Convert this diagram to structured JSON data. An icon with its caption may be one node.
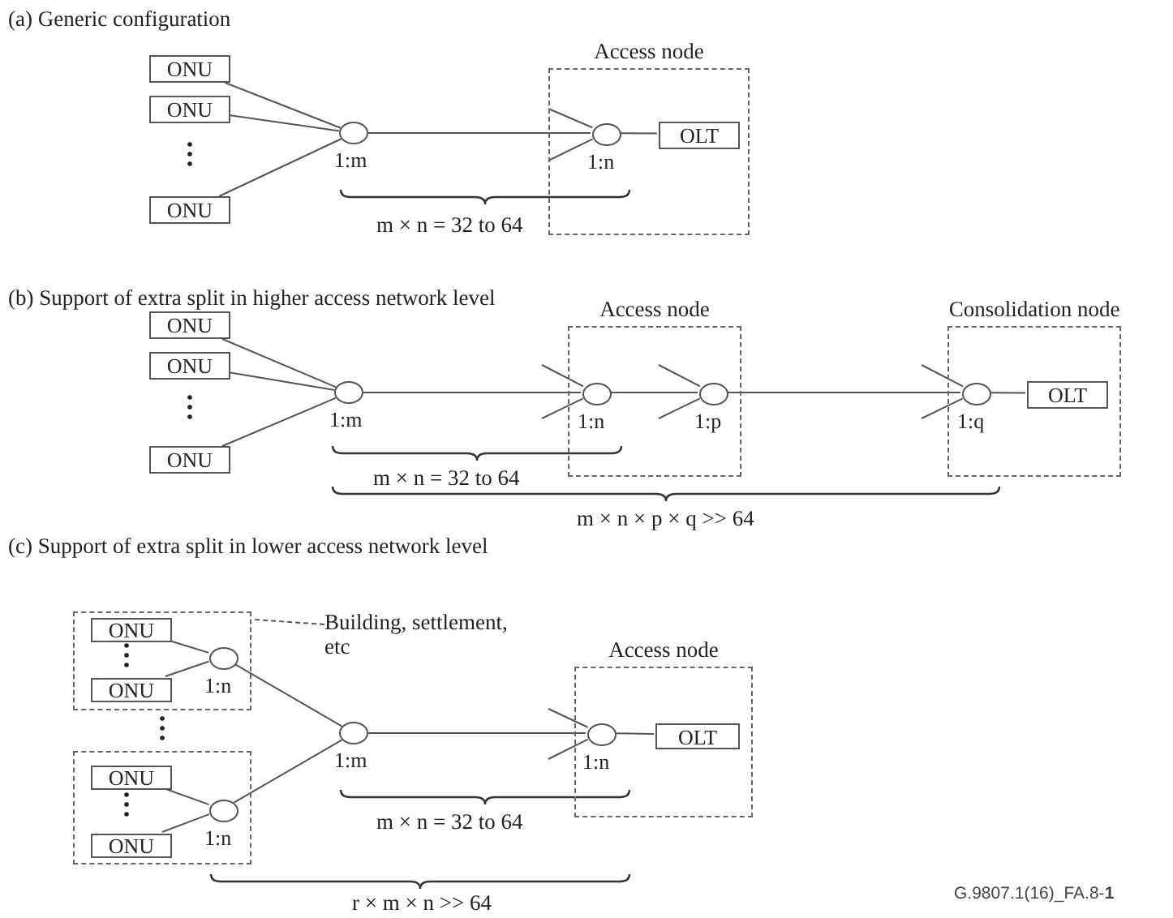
{
  "diagram": {
    "nodes": [
      {
        "text": [
          "ONU"
        ]
      },
      {
        "text": [
          "ONU"
        ]
      },
      {
        "text": [
          "ONU"
        ]
      },
      {
        "text": [],
        "shape": "circle",
        "beside": [
          "1:m"
        ]
      },
      {
        "text": [
          "Access node"
        ]
      },
      {
        "text": [],
        "shape": "circle",
        "beside": [
          "1:n"
        ],
        "in": 4
      },
      {
        "text": [
          "OLT"
        ],
        "in": 4
      },
      {
        "text": [
          "ONU"
        ]
      },
      {
        "text": [
          "ONU"
        ]
      },
      {
        "text": [
          "ONU"
        ]
      },
      {
        "text": [],
        "shape": "circle",
        "beside": [
          "1:m"
        ]
      },
      {
        "text": [
          "Access node"
        ]
      },
      {
        "text": [],
        "shape": "circle",
        "beside": [
          "1:n"
        ],
        "in": 11
      },
      {
        "text": [],
        "shape": "circle",
        "beside": [
          "1:p"
        ],
        "in": 11
      },
      {
        "text": [
          "Consolidation node"
        ]
      },
      {
        "text": [],
        "shape": "circle",
        "beside": [
          "1:q"
        ],
        "in": 14
      },
      {
        "text": [
          "OLT"
        ],
        "in": 14
      },
      {
        "text": [],
        "shape": "box"
      },
      {
        "text": [
          "ONU"
        ],
        "in": 17
      },
      {
        "text": [
          "ONU"
        ],
        "in": 17
      },
      {
        "text": [],
        "shape": "circle",
        "beside": [
          "1:n"
        ],
        "in": 17
      },
      {
        "text": [],
        "shape": "box"
      },
      {
        "text": [
          "ONU"
        ],
        "in": 21
      },
      {
        "text": [
          "ONU"
        ],
        "in": 21
      },
      {
        "text": [],
        "shape": "circle",
        "beside": [
          "1:n"
        ],
        "in": 21
      },
      {
        "text": [
          "Building, settlement, etc"
        ]
      },
      {
        "text": [],
        "shape": "circle",
        "beside": [
          "1:m"
        ]
      },
      {
        "text": [
          "Access node"
        ]
      },
      {
        "text": [],
        "shape": "circle",
        "beside": [
          "1:n"
        ],
        "in": 27
      },
      {
        "text": [
          "OLT"
        ],
        "in": 27
      }
    ],
    "edges": [
      {
        "from": 0,
        "to": 3,
        "arrow": "none"
      },
      {
        "from": 1,
        "to": 3,
        "arrow": "none"
      },
      {
        "from": 2,
        "to": 3,
        "arrow": "none"
      },
      {
        "from": 3,
        "to": 5,
        "arrow": "none"
      },
      {
        "from": null,
        "to": 5,
        "arrow": "none"
      },
      {
        "from": null,
        "to": 5,
        "arrow": "none"
      },
      {
        "from": 5,
        "to": 6,
        "arrow": "none"
      },
      {
        "from": 7,
        "to": 10,
        "arrow": "none"
      },
      {
        "from": 8,
        "to": 10,
        "arrow": "none"
      },
      {
        "from": 9,
        "to": 10,
        "arrow": "none"
      },
      {
        "from": 10,
        "to": 12,
        "arrow": "none"
      },
      {
        "from": null,
        "to": 12,
        "arrow": "none"
      },
      {
        "from": null,
        "to": 12,
        "arrow": "none"
      },
      {
        "from": 12,
        "to": 13,
        "arrow": "none"
      },
      {
        "from": null,
        "to": 13,
        "arrow": "none"
      },
      {
        "from": null,
        "to": 13,
        "arrow": "none"
      },
      {
        "from": 13,
        "to": 15,
        "arrow": "none"
      },
      {
        "from": null,
        "to": 15,
        "arrow": "none"
      },
      {
        "from": null,
        "to": 15,
        "arrow": "none"
      },
      {
        "from": 15,
        "to": 16,
        "arrow": "none"
      },
      {
        "from": 18,
        "to": 20,
        "arrow": "none"
      },
      {
        "from": 19,
        "to": 20,
        "arrow": "none"
      },
      {
        "from": 22,
        "to": 24,
        "arrow": "none"
      },
      {
        "from": 23,
        "to": 24,
        "arrow": "none"
      },
      {
        "from": 25,
        "to": 17,
        "arrow": "none",
        "style": "dashed"
      },
      {
        "from": 20,
        "to": 26,
        "arrow": "none"
      },
      {
        "from": 24,
        "to": 26,
        "arrow": "none"
      },
      {
        "from": 26,
        "to": 28,
        "arrow": "none"
      },
      {
        "from": null,
        "to": 28,
        "arrow": "none"
      },
      {
        "from": null,
        "to": 28,
        "arrow": "none"
      },
      {
        "from": 28,
        "to": 29,
        "arrow": "none"
      }
    ],
    "labels": [
      "(a) Generic configuration",
      "m × n = 32 to 64",
      "(b) Support of extra split in higher access network level",
      "m × n = 32 to 64",
      "m × n × p × q >> 64",
      "(c) Support of extra split in lower access network level",
      "m × n = 32 to 64",
      "r × m × n >> 64",
      "G.9807.1(16)_FA.8-**1**"
    ]
  }
}
